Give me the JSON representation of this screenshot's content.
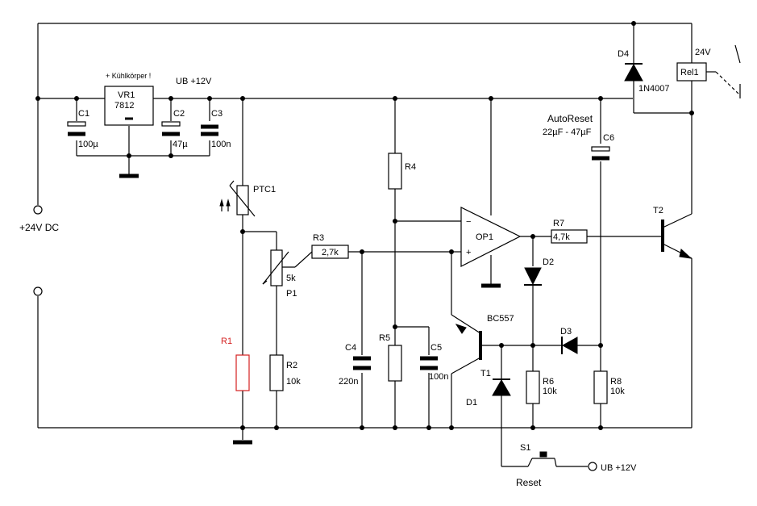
{
  "labels": {
    "kuehlkoerper": "+ Kühlkörper !",
    "vr1_name": "VR1",
    "vr1_type": "7812",
    "ub12": "UB +12V",
    "c1": "C1",
    "c1_val": "100µ",
    "c2": "C2",
    "c2_val": "47µ",
    "c3": "C3",
    "c3_val": "100n",
    "ptc1": "PTC1",
    "p1": "P1",
    "p1_val": "5k",
    "r1": "R1",
    "r2": "R2",
    "r2_val": "10k",
    "r3": "R3",
    "r3_val": "2,7k",
    "r4": "R4",
    "r5": "R5",
    "c4": "C4",
    "c4_val": "220n",
    "c5": "C5",
    "c5_val": "100n",
    "op1": "OP1",
    "op_minus": "−",
    "op_plus": "+",
    "r7": "R7",
    "r7_val": "4,7k",
    "d2": "D2",
    "d3": "D3",
    "bc557": "BC557",
    "t1": "T1",
    "d1": "D1",
    "r6": "R6",
    "r6_val": "10k",
    "r8": "R8",
    "r8_val": "10k",
    "autoreset": "AutoReset",
    "c6_range": "22µF - 47µF",
    "c6": "C6",
    "d4": "D4",
    "d4_type": "1N4007",
    "rel1": "Rel1",
    "v24": "24V",
    "t2": "T2",
    "input": "+24V DC",
    "s1": "S1",
    "reset": "Reset",
    "ub12_out": "UB +12V"
  },
  "colors": {
    "wire": "#000000",
    "highlight_r1": "#d42020",
    "background": "#ffffff"
  }
}
